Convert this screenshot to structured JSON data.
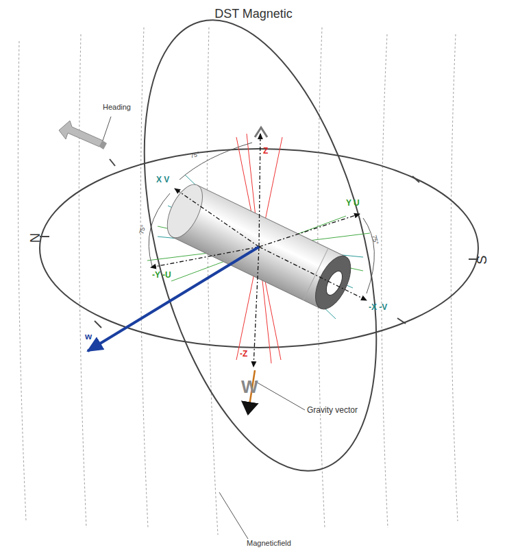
{
  "diagram": {
    "title": "DST Magnetic",
    "labels": [
      "Heading",
      "N",
      "S",
      "Z",
      "-Z",
      "X V",
      "Y U",
      "-Y -U",
      "-X -V",
      "w",
      "W",
      "75°",
      "75°",
      "75°",
      "Gravity vector",
      "Magneticfield"
    ]
  }
}
